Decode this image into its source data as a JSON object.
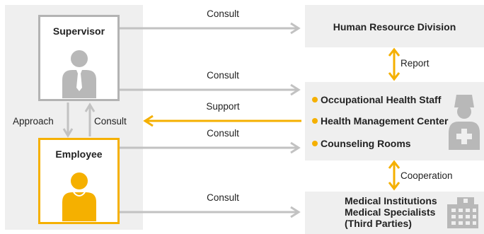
{
  "colors": {
    "accent": "#f5b000",
    "gray_line": "#c2c2c2",
    "panel_bg": "#efefef",
    "icon_gray": "#b8b8b8"
  },
  "supervisor": {
    "label": "Supervisor",
    "icon": "person-tie-icon"
  },
  "employee": {
    "label": "Employee",
    "icon": "person-icon"
  },
  "hr": {
    "label": "Human Resource Division"
  },
  "health": {
    "items": [
      "Occupational Health Staff",
      "Health Management Center",
      "Counseling Rooms"
    ],
    "icon": "nurse-icon"
  },
  "medical": {
    "lines": [
      "Medical Institutions",
      "Medical Specialists",
      "(Third Parties)"
    ],
    "icon": "hospital-icon"
  },
  "arrows": {
    "sup_hr": "Consult",
    "sup_health": "Consult",
    "support": "Support",
    "emp_health": "Consult",
    "emp_medical": "Consult",
    "approach": "Approach",
    "emp_sup": "Consult",
    "report": "Report",
    "cooperation": "Cooperation"
  }
}
